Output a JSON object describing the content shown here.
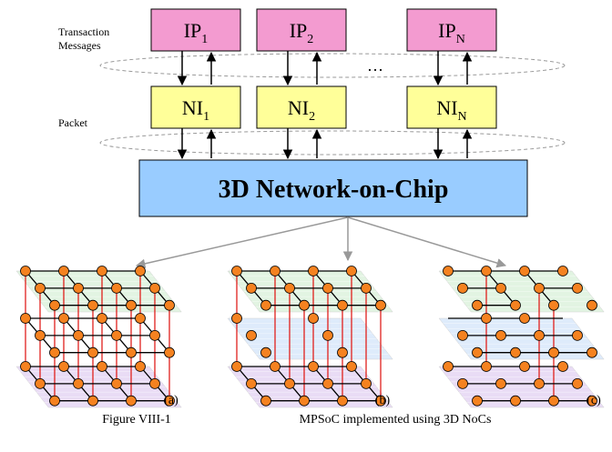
{
  "labels": {
    "transaction": [
      "Transaction",
      "Messages"
    ],
    "packet": "Packet",
    "ellipsis": "…",
    "noc": "3D Network-on-Chip"
  },
  "ip_blocks": [
    {
      "base": "IP",
      "sub": "1"
    },
    {
      "base": "IP",
      "sub": "2"
    },
    {
      "base": "IP",
      "sub": "N"
    }
  ],
  "ni_blocks": [
    {
      "base": "NI",
      "sub": "1"
    },
    {
      "base": "NI",
      "sub": "2"
    },
    {
      "base": "NI",
      "sub": "N"
    }
  ],
  "subfigures": [
    {
      "label": "(a)"
    },
    {
      "label": "(b)"
    },
    {
      "label": "(c)"
    }
  ],
  "caption": {
    "figure": "Figure VIII-1",
    "text": "MPSoC implemented using 3D NoCs"
  },
  "colors": {
    "ip_fill": "#f39bd0",
    "ni_fill": "#ffff99",
    "noc_fill": "#99ccff",
    "node_fill": "#f58220",
    "vertical_link": "#e0201c",
    "layer_top": "#dff3df",
    "layer_mid": "#dbe9fb",
    "layer_bot": "#e7d9f4"
  }
}
